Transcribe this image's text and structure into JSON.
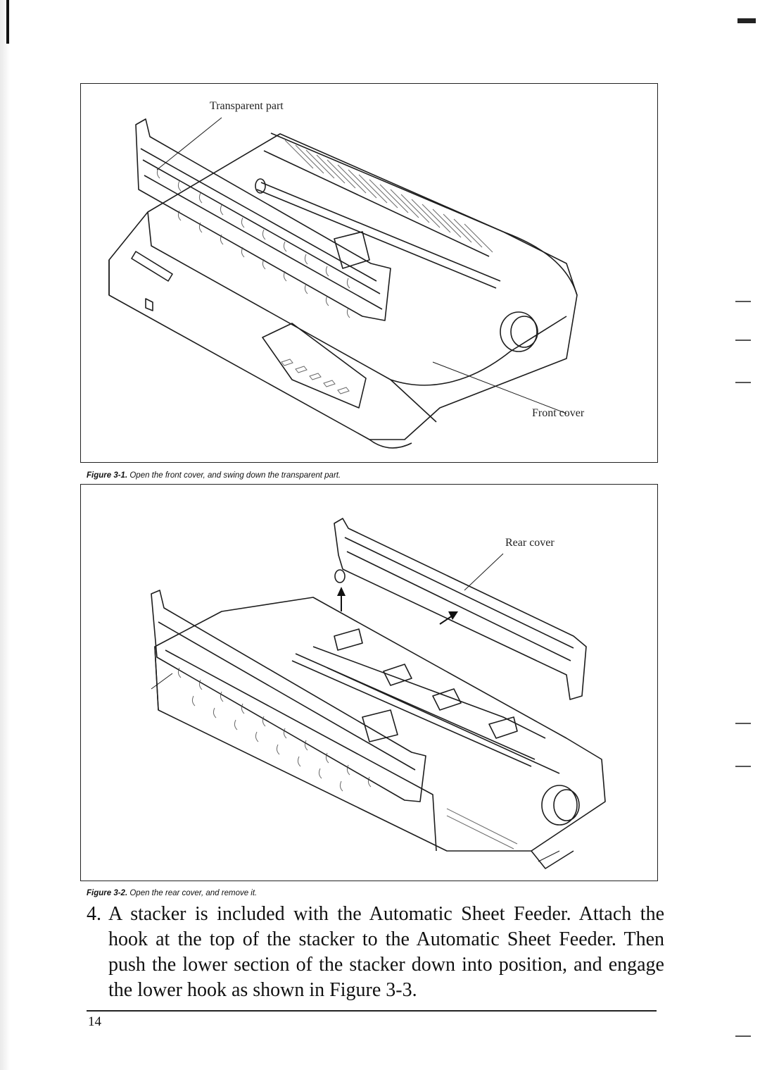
{
  "figure1": {
    "labels": {
      "transparent_part": "Transparent part",
      "front_cover": "Front cover"
    },
    "caption_prefix": "Figure 3-1.",
    "caption_text": " Open the front cover, and swing down the transparent part."
  },
  "figure2": {
    "labels": {
      "rear_cover": "Rear cover"
    },
    "caption_prefix": "Figure 3-2.",
    "caption_text": " Open the rear cover, and remove it."
  },
  "step": {
    "number": "4.",
    "text": "A stacker is included with the Automatic Sheet Feeder. Attach the hook at the top of the stacker to the Automatic Sheet Feeder. Then push the lower section of the stacker down into position, and engage the lower hook as shown in Figure 3-3."
  },
  "footer": {
    "page_number": "14"
  }
}
